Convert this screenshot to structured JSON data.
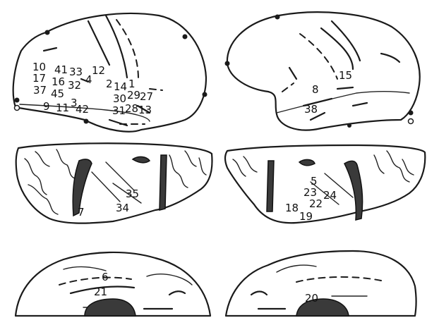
{
  "colors": {
    "ink": "#1a1a1a",
    "paper": "#ffffff",
    "fill": "#3a3a3a"
  },
  "labels": {
    "lateral_left": [
      "10",
      "41",
      "33",
      "12",
      "17",
      "16",
      "4",
      "37",
      "32",
      "2",
      "14",
      "1",
      "45",
      "29",
      "27",
      "9",
      "11",
      "3",
      "30",
      "42",
      "31",
      "28",
      "13"
    ],
    "lateral_right": [
      "15",
      "8",
      "38"
    ],
    "medial_top_left": [
      "35",
      "34",
      "7"
    ],
    "medial_top_right": [
      "5",
      "23",
      "24",
      "18",
      "22",
      "19"
    ],
    "basal_left": [
      "6",
      "21"
    ],
    "basal_right": [
      "20"
    ]
  }
}
